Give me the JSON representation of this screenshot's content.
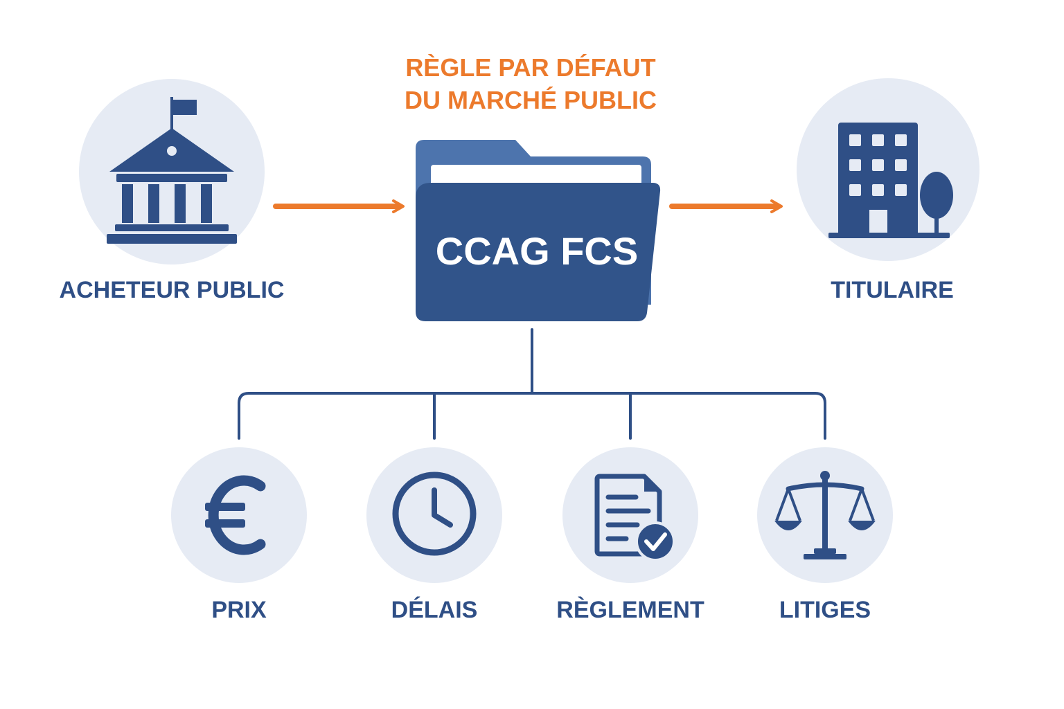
{
  "title": {
    "line1": "RÈGLE PAR DÉFAUT",
    "line2": "DU MARCHÉ PUBLIC"
  },
  "center": {
    "label": "CCAG FCS",
    "icon": "folder-icon"
  },
  "left": {
    "label": "ACHETEUR PUBLIC",
    "icon": "public-building-icon"
  },
  "right": {
    "label": "TITULAIRE",
    "icon": "office-building-icon"
  },
  "topics": [
    {
      "label": "PRIX",
      "icon": "euro-icon"
    },
    {
      "label": "DÉLAIS",
      "icon": "clock-icon"
    },
    {
      "label": "RÈGLEMENT",
      "icon": "document-check-icon"
    },
    {
      "label": "LITIGES",
      "icon": "scales-icon"
    }
  ],
  "colors": {
    "navy": "#2f4f86",
    "circle": "#e6ebf4",
    "orange": "#ec7a2c",
    "folder_front": "#31548a",
    "folder_back": "#4d74ad"
  }
}
